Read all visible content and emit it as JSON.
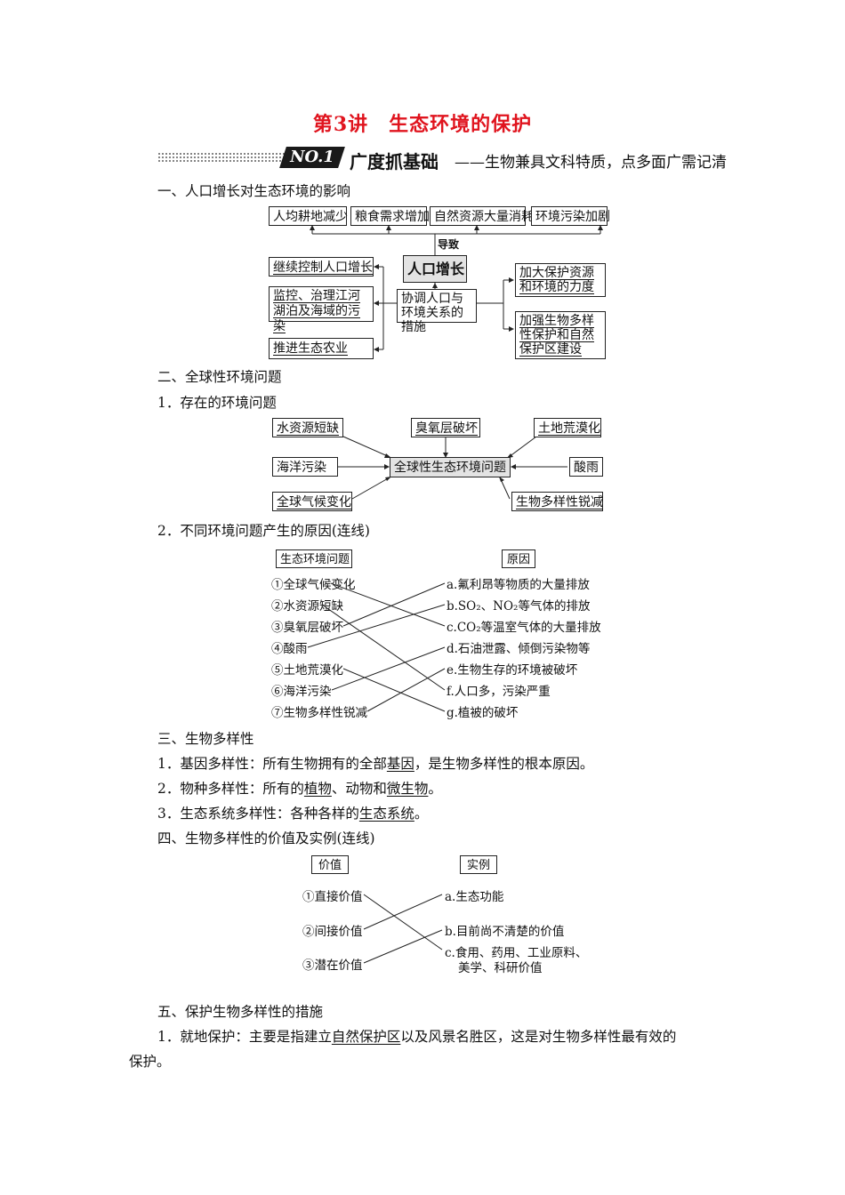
{
  "title": "第3讲　生态环境的保护",
  "banner": {
    "badge": "NO.1",
    "main": "广度抓基础",
    "sub": "——生物兼具文科特质，点多面广需记清"
  },
  "s1": {
    "heading": "一、人口增长对生态环境的影响",
    "effects": [
      "人均耕地减少",
      "粮食需求增加",
      "自然资源大量消耗",
      "环境污染加剧"
    ],
    "lead_to": "导致",
    "center": "人口增长",
    "measures_center": "协调人口与环境关系的措施",
    "left": [
      "继续控制人口增长",
      "监控、治理江河湖泊及海域的污染",
      "推进生态农业"
    ],
    "right": [
      "加大保护资源和环境的力度",
      "加强生物多样性保护和自然保护区建设"
    ]
  },
  "s2": {
    "heading": "二、全球性环境问题",
    "sub1": "1．存在的环境问题",
    "center": "全球性生态环境问题",
    "problems": [
      "水资源短缺",
      "臭氧层破坏",
      "土地荒漠化",
      "海洋污染",
      "酸雨",
      "全球气候变化",
      "生物多样性锐减"
    ],
    "sub2": "2．不同环境问题产生的原因(连线)",
    "left_header": "生态环境问题",
    "right_header": "原因",
    "left_items": [
      "①全球气候变化",
      "②水资源短缺",
      "③臭氧层破坏",
      "④酸雨",
      "⑤土地荒漠化",
      "⑥海洋污染",
      "⑦生物多样性锐减"
    ],
    "right_items": [
      "a.氟利昂等物质的大量排放",
      "b.SO₂、NO₂等气体的排放",
      "c.CO₂等温室气体的大量排放",
      "d.石油泄露、倾倒污染物等",
      "e.生物生存的环境被破坏",
      "f.人口多，污染严重",
      "g.植被的破坏"
    ]
  },
  "s3": {
    "heading": "三、生物多样性",
    "l1": [
      "1．基因多样性：所有生物拥有的全部",
      "基因",
      "，是生物多样性的根本原因。"
    ],
    "l2": [
      "2．物种多样性：所有的",
      "植物",
      "、动物和",
      "微生物",
      "。"
    ],
    "l3": [
      "3．生态系统多样性：各种各样的",
      "生态系统",
      "。"
    ]
  },
  "s4": {
    "heading": "四、生物多样性的价值及实例(连线)",
    "left_header": "价值",
    "right_header": "实例",
    "left_items": [
      "①直接价值",
      "②间接价值",
      "③潜在价值"
    ],
    "right_items": [
      "a.生态功能",
      "b.目前尚不清楚的价值",
      "c.食用、药用、工业原料、",
      "美学、科研价值"
    ]
  },
  "s5": {
    "heading": "五、保护生物多样性的措施",
    "l1": [
      "1．就地保护：主要是指建立",
      "自然保护区",
      "以及风景名胜区，这是对生物多样性最有效的"
    ],
    "l2": "保护。"
  }
}
